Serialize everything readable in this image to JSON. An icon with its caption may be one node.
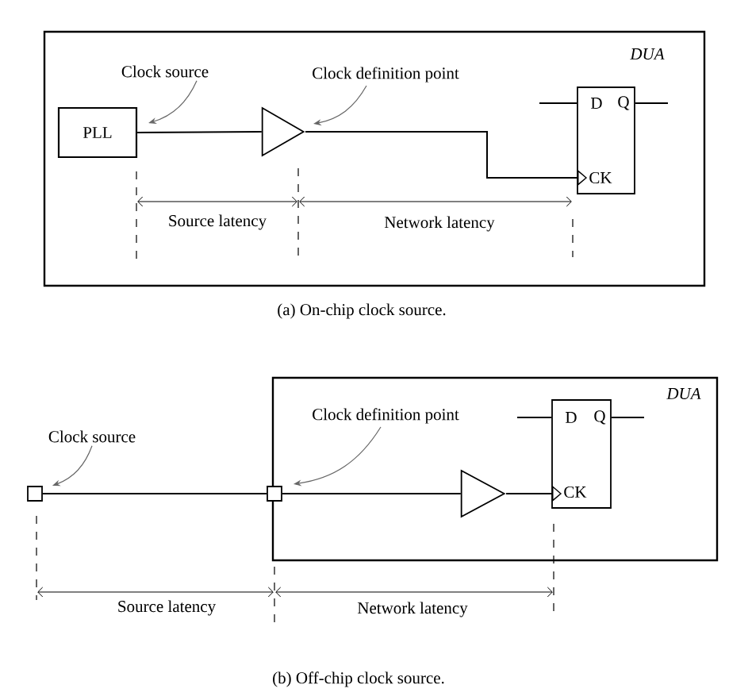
{
  "diagram": {
    "nodes": [
      {
        "text": [
          "DUA"
        ]
      },
      {
        "text": [
          "PLL"
        ],
        "in": 0
      },
      {
        "text": [],
        "shape": "triangle",
        "in": 0
      },
      {
        "text": [
          "D",
          "Q",
          "CK"
        ],
        "in": 0
      },
      {
        "text": [
          "Clock source"
        ],
        "in": 0
      },
      {
        "text": [
          "Clock definition point"
        ],
        "in": 0
      },
      {
        "text": [
          "DUA"
        ]
      },
      {
        "text": [],
        "shape": "box"
      },
      {
        "text": [],
        "shape": "box"
      },
      {
        "text": [],
        "shape": "triangle",
        "in": 6
      },
      {
        "text": [
          "D",
          "Q",
          "CK"
        ],
        "in": 6
      },
      {
        "text": [
          "Clock source"
        ]
      },
      {
        "text": [
          "Clock definition point"
        ],
        "in": 6
      }
    ],
    "edges": [
      {
        "from": 1,
        "to": 2,
        "arrow": "none"
      },
      {
        "from": 2,
        "to": 3,
        "arrow": "to"
      },
      {
        "from": null,
        "to": 3,
        "arrow": "none"
      },
      {
        "from": 3,
        "to": null,
        "arrow": "none"
      },
      {
        "from": 4,
        "to": 1,
        "arrow": "to",
        "color": "#666666"
      },
      {
        "from": 5,
        "to": 2,
        "arrow": "to",
        "color": "#666666"
      },
      {
        "from": 7,
        "to": 8,
        "arrow": "none"
      },
      {
        "from": 8,
        "to": 9,
        "arrow": "none"
      },
      {
        "from": 9,
        "to": 10,
        "arrow": "to"
      },
      {
        "from": null,
        "to": 10,
        "arrow": "none"
      },
      {
        "from": 10,
        "to": null,
        "arrow": "none"
      },
      {
        "from": 11,
        "to": 7,
        "arrow": "to",
        "color": "#666666"
      },
      {
        "from": 12,
        "to": 8,
        "arrow": "to",
        "color": "#666666"
      }
    ],
    "labels": [
      "Source latency",
      "Network latency",
      "(a) On-chip clock source.",
      "Source latency",
      "Network latency",
      "(b) Off-chip clock source."
    ]
  }
}
